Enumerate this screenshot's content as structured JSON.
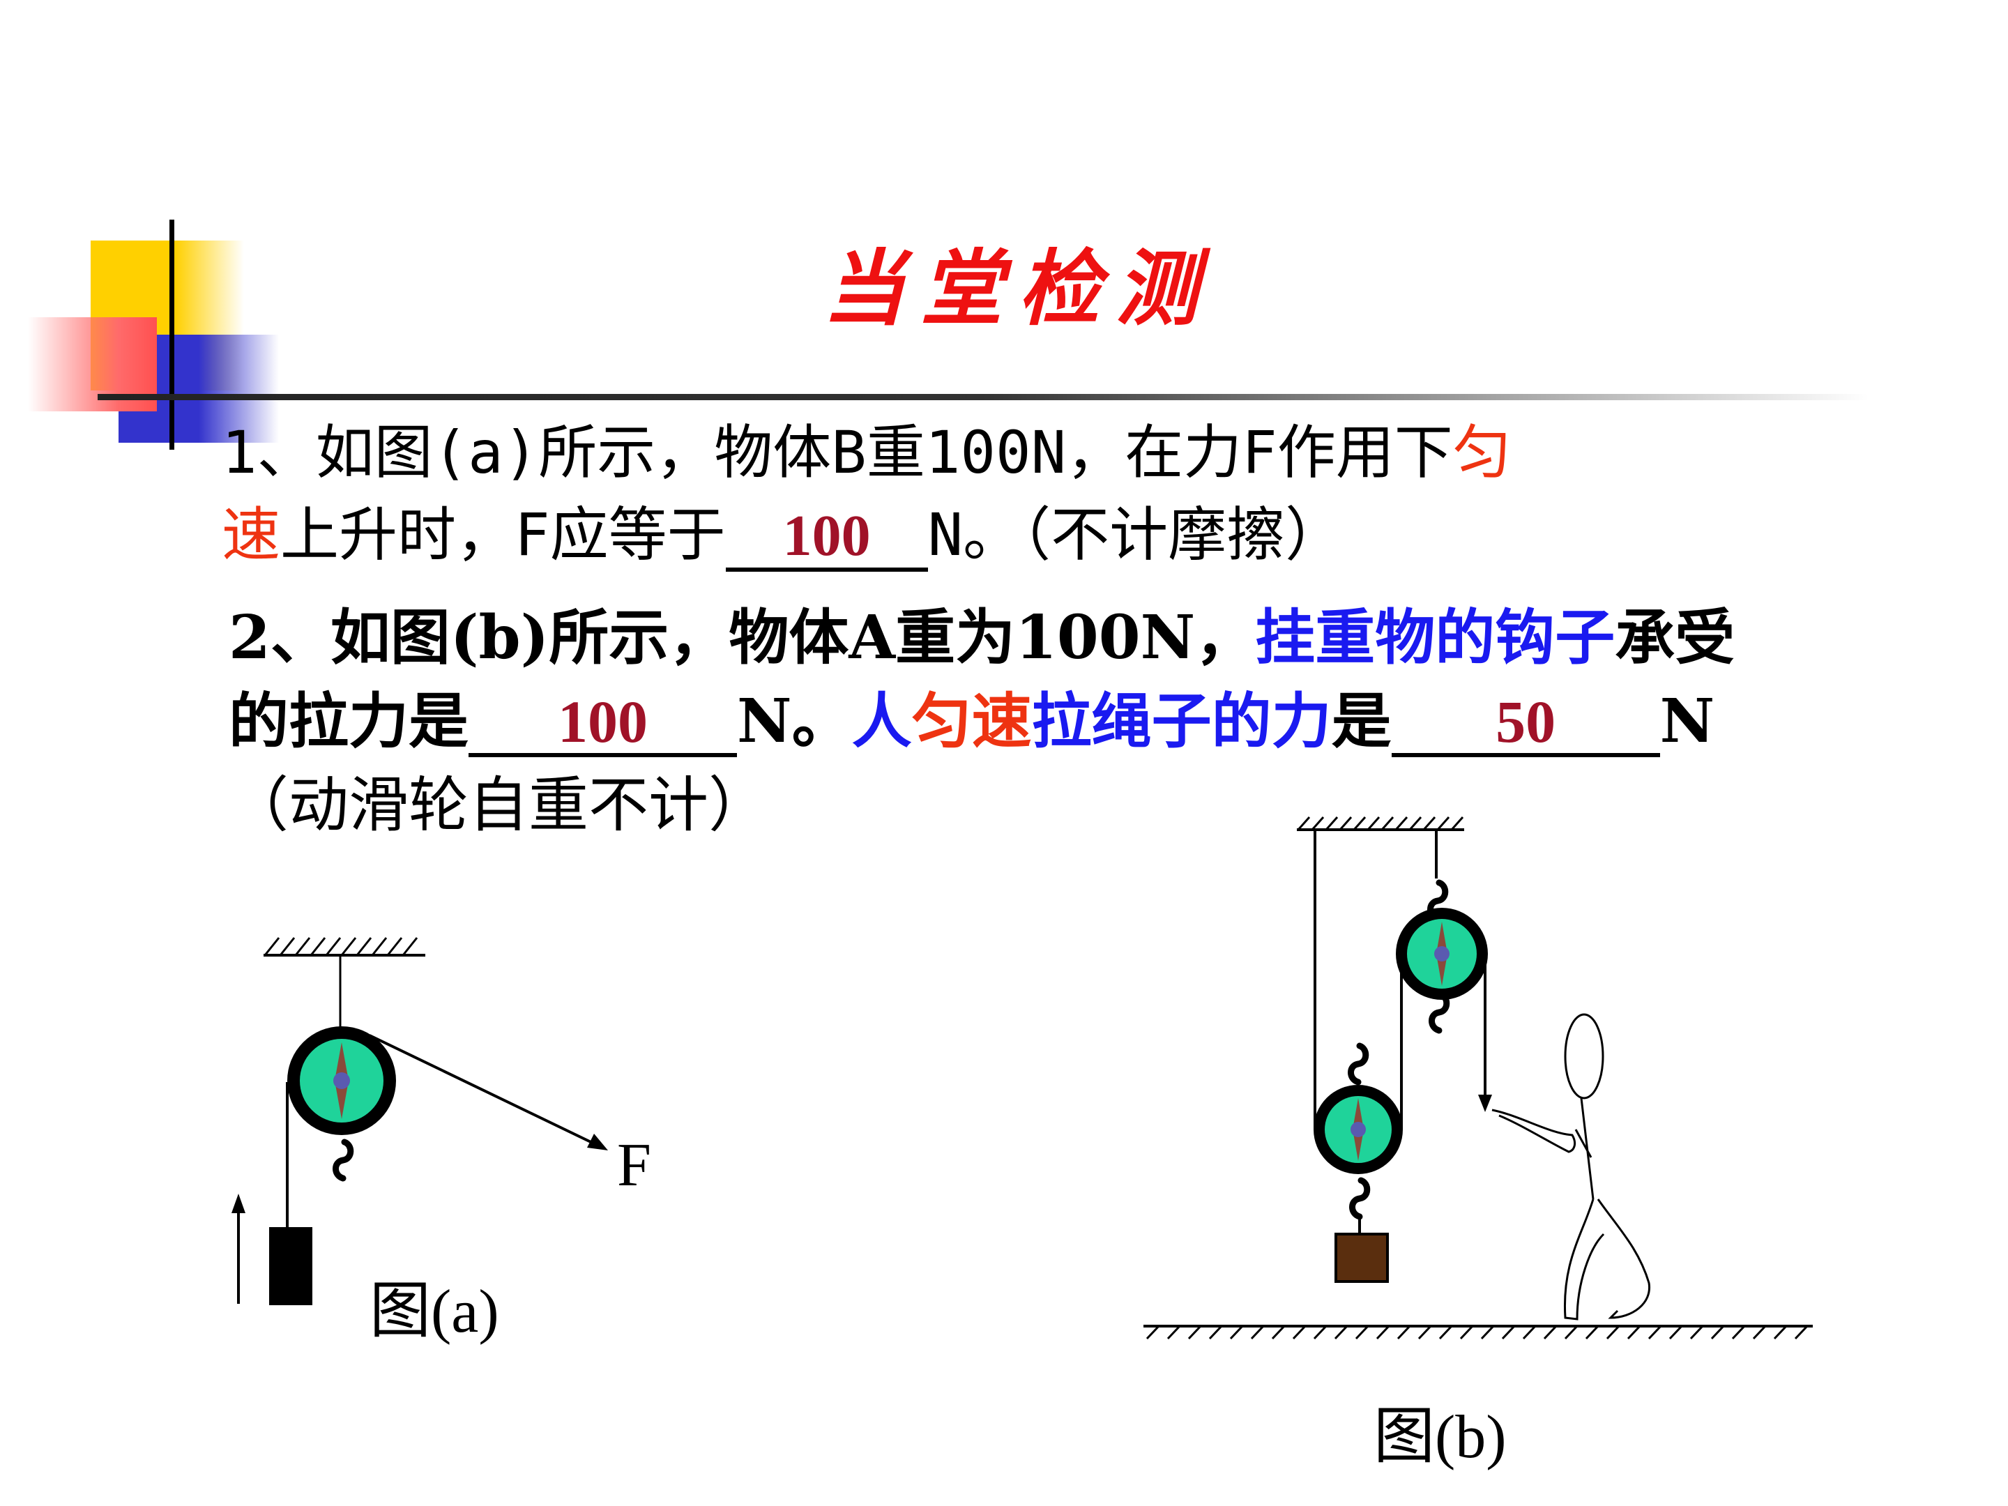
{
  "title": "当堂检测",
  "q1": {
    "line1_a": "1、如图(a)所示，物体B重100N，在力F作用下",
    "line1_red": "匀",
    "line2_red": "速",
    "line2_a": "上升时，F应等于",
    "answer": "100",
    "line2_b": "N。（不计摩擦）"
  },
  "q2": {
    "line1_a": "2、如图(b)所示，物体A重为100N，",
    "line1_blue": "挂重物的钩子",
    "line1_b": "承受",
    "line2_a": "的拉力是",
    "answer1": "100",
    "line2_b": "N。",
    "line2_blue1": "人",
    "line2_red": "匀速",
    "line2_blue2": "拉绳子的力",
    "line2_c": "是",
    "answer2": "50",
    "line2_d": "N",
    "line3": "（动滑轮自重不计）"
  },
  "figure_a": {
    "caption": "图(a)",
    "force_label": "F"
  },
  "figure_b": {
    "caption": "图(b)"
  },
  "colors": {
    "title": "#ee1111",
    "answer": "#a01228",
    "highlight_red": "#ee3311",
    "highlight_blue": "#1a1af0",
    "pulley_fill": "#1fd39a",
    "block_b": "#5a2e0e"
  }
}
